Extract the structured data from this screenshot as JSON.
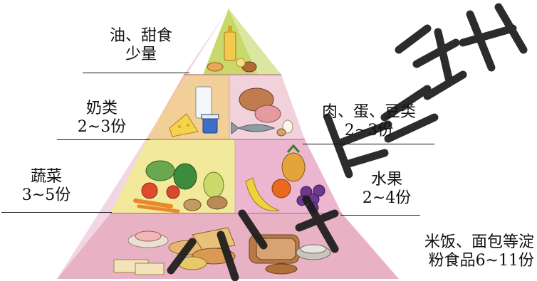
{
  "pyramid": {
    "tiers": [
      {
        "id": "oils",
        "title": "油、甜食",
        "servings": "少量",
        "color": "#c9d86a"
      },
      {
        "id": "milk",
        "title": "奶类",
        "servings": "2~3份",
        "color": "#f3cf98"
      },
      {
        "id": "meat",
        "title": "肉、蛋、豆类",
        "servings": "2~3份",
        "color": "#f0c6cf"
      },
      {
        "id": "veg",
        "title": "蔬菜",
        "servings": "3~5份",
        "color": "#f2ea9a"
      },
      {
        "id": "fruit",
        "title": "水果",
        "servings": "2~4份",
        "color": "#e8a6c7"
      },
      {
        "id": "grains",
        "title": "米饭、面包等淀粉食品",
        "title_line1": "米饭、面包等淀",
        "title_line2": "粉食品6~11份",
        "color": "#e7b3c3"
      }
    ]
  },
  "watermark": {
    "text": "出版社",
    "color": "#1b1b1b"
  }
}
